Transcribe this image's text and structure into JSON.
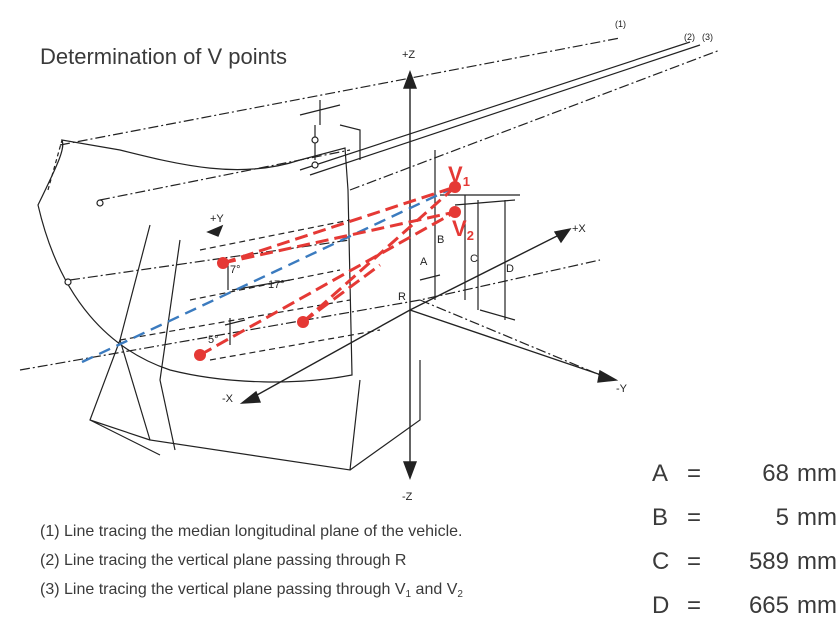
{
  "title": "Determination of V points",
  "axes": {
    "plus_z": "+Z",
    "minus_z": "-Z",
    "plus_x": "+X",
    "minus_x": "-X",
    "plus_y": "+Y",
    "minus_y": "-Y",
    "r": "R"
  },
  "points": {
    "v1": "V",
    "v1_sub": "1",
    "v2": "V",
    "v2_sub": "2"
  },
  "angles": {
    "a7": "7°",
    "a17": "17°",
    "a5": "5°"
  },
  "dimension_letters": {
    "a": "A",
    "b": "B",
    "c": "C",
    "d": "D"
  },
  "line_markers": {
    "m1": "(1)",
    "m2": "(2)",
    "m3": "(3)"
  },
  "notes": {
    "n1": "(1) Line tracing the median longitudinal plane of the vehicle.",
    "n2": "(2) Line tracing the vertical plane passing through R",
    "n3_prefix": "(3) Line tracing the vertical plane passing through V",
    "n3_sub1": "1",
    "n3_mid": " and V",
    "n3_sub2": "2"
  },
  "dimensions": [
    {
      "key": "A",
      "eq": "=",
      "value": "68",
      "unit": "mm"
    },
    {
      "key": "B",
      "eq": "=",
      "value": "5",
      "unit": "mm"
    },
    {
      "key": "C",
      "eq": "=",
      "value": "589",
      "unit": "mm"
    },
    {
      "key": "D",
      "eq": "=",
      "value": "665",
      "unit": "mm"
    }
  ],
  "colors": {
    "red": "#e53935",
    "blue": "#3b7bbf",
    "ink": "#222222"
  }
}
